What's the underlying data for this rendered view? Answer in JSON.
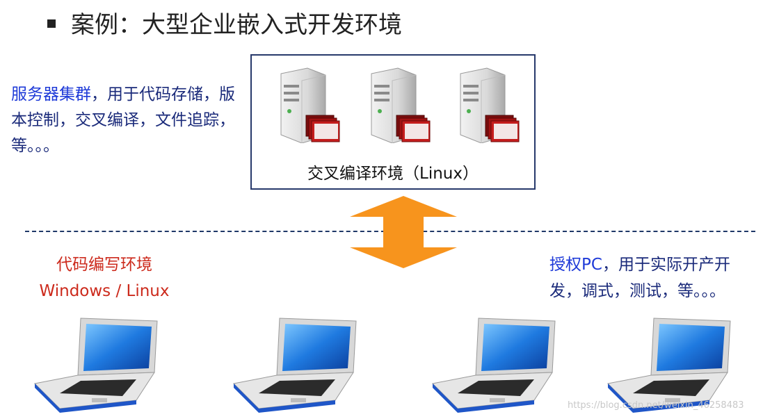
{
  "title": "案例：大型企业嵌入式开发环境",
  "left_description": {
    "highlight": "服务器集群",
    "rest": "，用于代码存储，版本控制，交叉编译，文件追踪，等。。。"
  },
  "server_box": {
    "caption": "交叉编译环境（Linux）"
  },
  "code_env": {
    "line1": "代码编写环境",
    "line2": "Windows / Linux"
  },
  "right_description": {
    "highlight": "授权PC",
    "rest": "，用于实际开产开发，调式，测试，等。。。"
  },
  "watermark": "https://blog.csdn.net/weixin_46258483",
  "colors": {
    "highlight_blue": "#1e3ad8",
    "dark_text": "#1a2a7a",
    "code_env_red": "#cc2a1c",
    "arrow_orange": "#f7941d",
    "box_border": "#27396b"
  },
  "icons": [
    "server-icon",
    "folder-stack-icon",
    "laptop-icon",
    "double-arrow-icon"
  ]
}
